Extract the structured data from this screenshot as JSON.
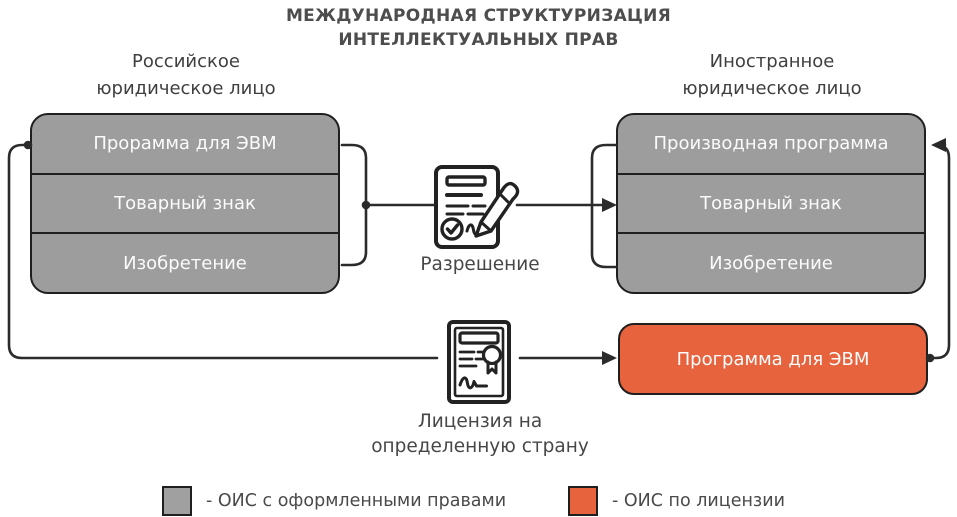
{
  "title": "МЕЖДУНАРОДНАЯ СТРУКТУРИЗАЦИЯ\nИНТЕЛЛЕКТУАЛЬНЫХ ПРАВ",
  "left_entity": {
    "label": "Российское\nюридическое лицо",
    "items": [
      "Прорамма для ЭВМ",
      "Товарный знак",
      "Изобретение"
    ]
  },
  "right_entity": {
    "label": "Иностранное\nюридическое лицо",
    "items": [
      "Производная программа",
      "Товарный знак",
      "Изобретение"
    ]
  },
  "licensed_box": {
    "label": "Программа для ЭВМ"
  },
  "connectors": {
    "permission_label": "Разрешение",
    "license_label": "Лицензия на\nопределенную страну"
  },
  "legend": {
    "gray_label": "- ОИС с оформленными правами",
    "orange_label": "- ОИС по лицензии"
  },
  "icons": {
    "permission": "contract-with-pen-icon",
    "license": "certificate-with-seal-icon"
  },
  "colors": {
    "box_gray": "#9d9d9d",
    "accent_orange": "#e7633e",
    "stroke_dark": "#1f1f1f",
    "line_dark": "#2b2b2b",
    "text_dark": "#4d4d4d",
    "text_white": "#fbfbfb"
  }
}
